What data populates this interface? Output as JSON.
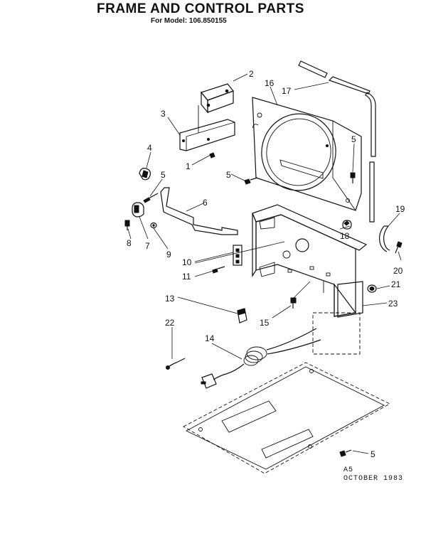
{
  "header": {
    "title": "FRAME AND CONTROL PARTS",
    "model_line": "For Model: 106.850155"
  },
  "footer": {
    "code": "A5",
    "date": "OCTOBER 1983"
  },
  "callouts": {
    "c1": "1",
    "c2": "2",
    "c3": "3",
    "c4": "4",
    "c5a": "5",
    "c5b": "5",
    "c5c": "5",
    "c5d": "5",
    "c6": "6",
    "c7": "7",
    "c8": "8",
    "c9": "9",
    "c10": "10",
    "c11": "11",
    "c13": "13",
    "c14": "14",
    "c15": "15",
    "c16": "16",
    "c17": "17",
    "c18": "18",
    "c19": "19",
    "c20": "20",
    "c21": "21",
    "c22": "22",
    "c23": "23"
  }
}
